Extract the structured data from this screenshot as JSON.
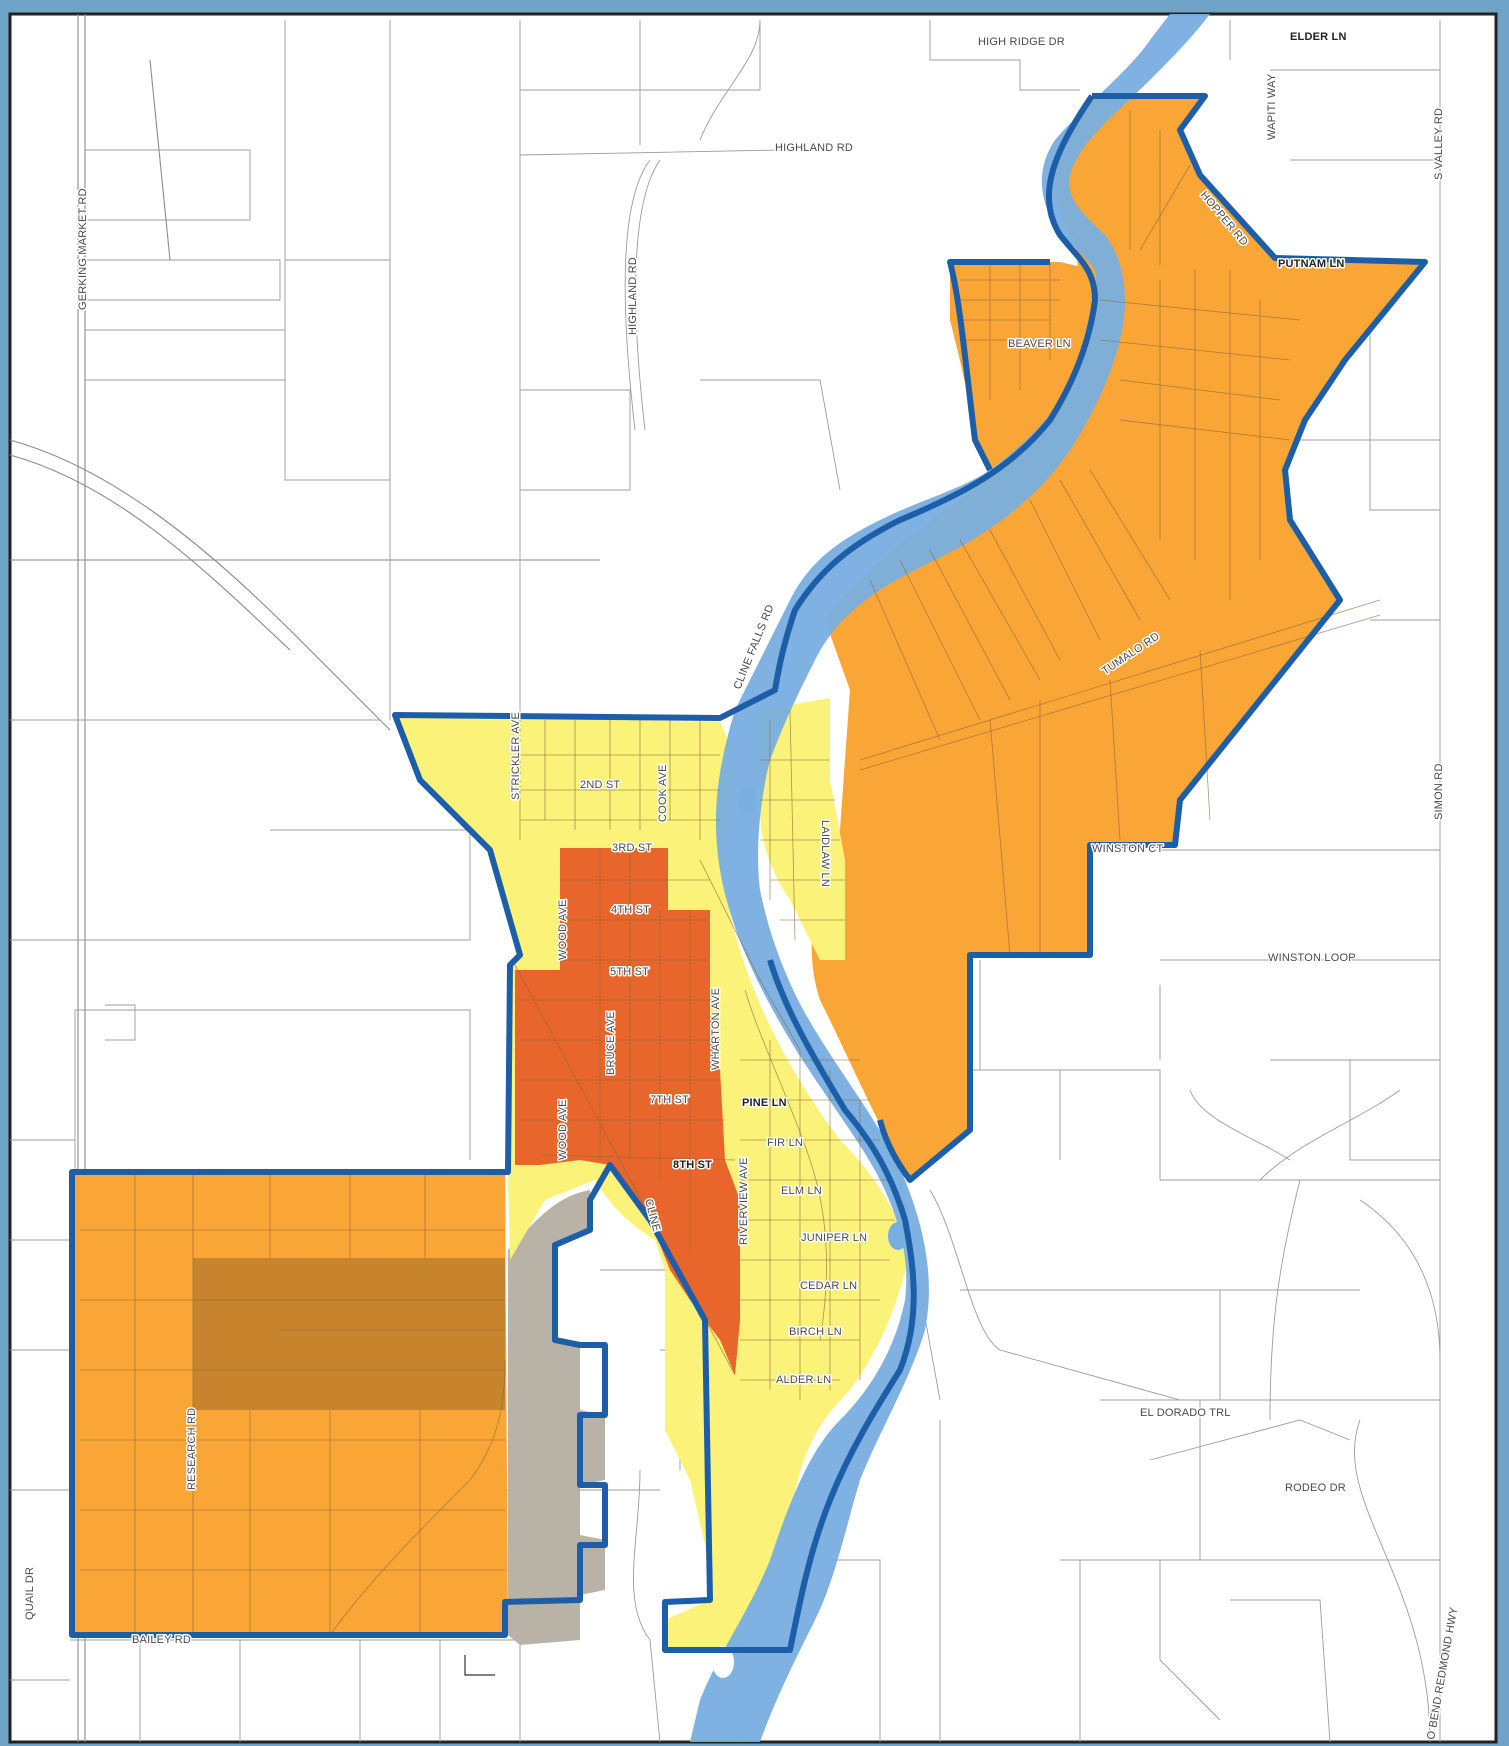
{
  "map": {
    "colors": {
      "background_frame": "#6fa3c8",
      "map_paper": "#ffffff",
      "boundary": "#1d5ea8",
      "river": "#78aee0",
      "zone_orange": "#f9a636",
      "zone_yellow": "#fbf27a",
      "zone_red": "#e8662c",
      "zone_brown": "#c27f2c",
      "zone_gray": "#b8b3a6"
    },
    "streets": {
      "high_ridge_dr": "HIGH RIDGE DR",
      "elder_ln": "ELDER LN",
      "wapiti_way": "WAPITI WAY",
      "s_valley_rd": "S VALLEY RD",
      "highland_rd_top": "HIGHLAND RD",
      "highland_rd_vertical": "HIGHLAND RD",
      "gerking_market_rd": "GERKING MARKET RD",
      "hopper_rd": "HOPPER RD",
      "putnam_ln": "PUTNAM LN",
      "beaver_ln": "BEAVER LN",
      "cline_falls_rd": "CLINE FALLS RD",
      "tumalo_rd": "TUMALO RD",
      "strickler_ave": "STRICKLER AVE",
      "second_st": "2ND ST",
      "cook_ave": "COOK AVE",
      "laidlaw_ln": "LAIDLAW LN",
      "third_st": "3RD ST",
      "fourth_st": "4TH ST",
      "wood_ave_top": "WOOD AVE",
      "fifth_st": "5TH ST",
      "winston_ct": "WINSTON CT",
      "simon_rd": "SIMON RD",
      "winston_loop": "WINSTON LOOP",
      "bruce_ave": "BRUCE AVE",
      "wharton_ave": "WHARTON AVE",
      "seventh_st": "7TH ST",
      "pine_ln": "PINE LN",
      "fir_ln": "FIR LN",
      "wood_ave_bottom": "WOOD AVE",
      "eighth_st": "8TH ST",
      "elm_ln": "ELM LN",
      "cline_hwy": "CLINE",
      "riverview_ave": "RIVERVIEW AVE",
      "juniper_ln": "JUNIPER LN",
      "cedar_ln": "CEDAR LN",
      "birch_ln": "BIRCH LN",
      "alder_ln": "ALDER LN",
      "research_rd": "RESEARCH RD",
      "el_dorado_trl": "EL DORADO TRL",
      "rodeo_dr": "RODEO DR",
      "quail_dr": "QUAIL DR",
      "bailey_rd": "BAILEY RD",
      "old_bend_redmond_hwy": "O BEND REDMOND HWY"
    }
  }
}
